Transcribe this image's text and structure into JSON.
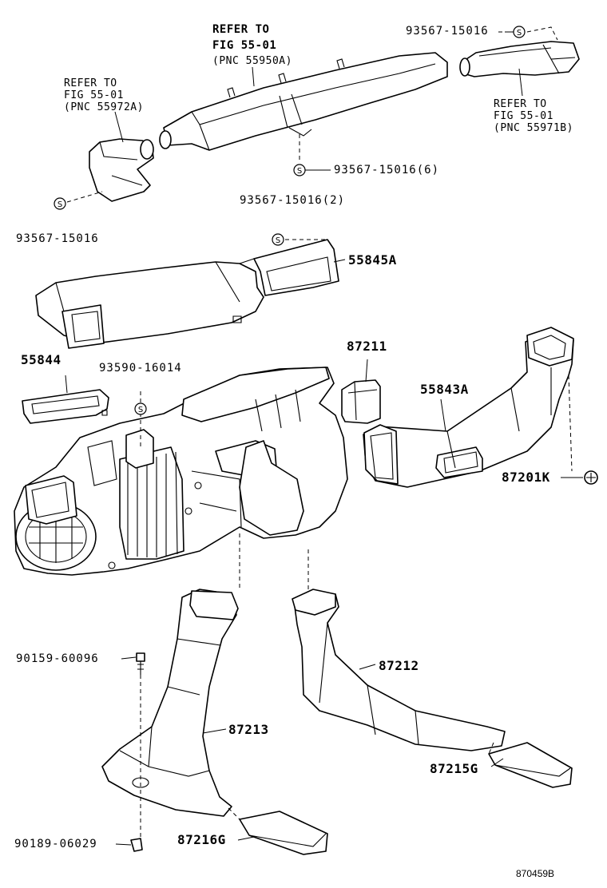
{
  "labels": {
    "ref_top": [
      "REFER TO",
      "FIG 55-01",
      "(PNC 55950A)"
    ],
    "ref_left": [
      "REFER TO",
      "FIG 55-01",
      "(PNC 55972A)"
    ],
    "ref_right": [
      "REFER TO",
      "FIG 55-01",
      "(PNC 55971B)"
    ],
    "p_93567_15016_tr": "93567-15016",
    "p_93567_15016_6": "93567-15016(6)",
    "p_93567_15016_left": "93567-15016",
    "p_93567_15016_2": "93567-15016(2)",
    "p_55845A": "55845A",
    "p_55844": "55844",
    "p_93590_16014": "93590-16014",
    "p_87211": "87211",
    "p_55843A": "55843A",
    "p_87201K": "87201K",
    "p_90159_60096": "90159-60096",
    "p_87212": "87212",
    "p_87213": "87213",
    "p_87215G": "87215G",
    "p_90189_06029": "90189-06029",
    "p_87216G": "87216G",
    "diagram_code": "870459B",
    "standard_symbol": "S"
  }
}
